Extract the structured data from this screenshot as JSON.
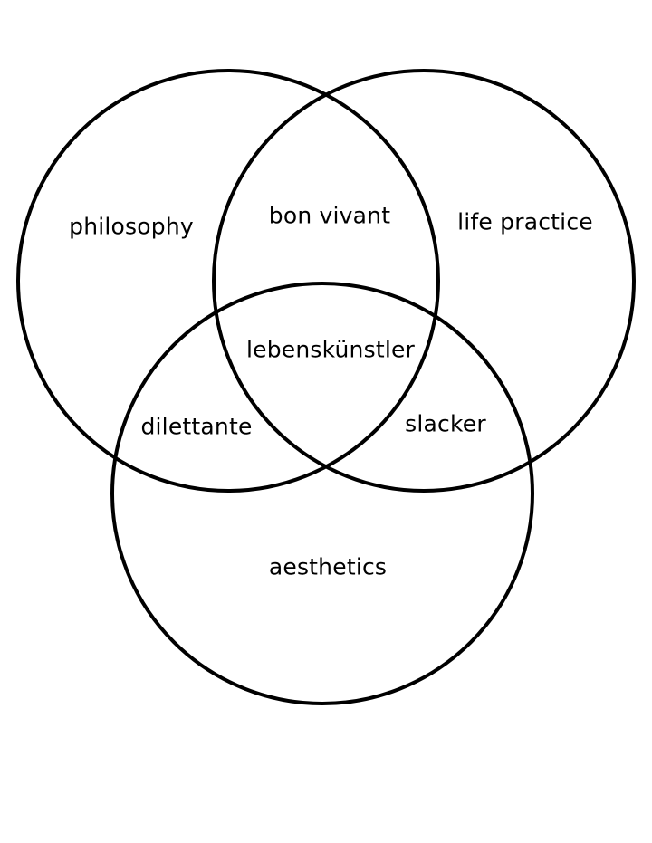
{
  "diagram": {
    "type": "venn",
    "title": "",
    "background_color": "#ffffff",
    "circle_stroke_color": "#000000",
    "text_color": "#000000",
    "sets": [
      {
        "id": "philosophy",
        "label": "philosophy"
      },
      {
        "id": "life-practice",
        "label": "life practice"
      },
      {
        "id": "aesthetics",
        "label": "aesthetics"
      }
    ],
    "intersections": [
      {
        "id": "bon-vivant",
        "label": "bon vivant",
        "of": [
          "philosophy",
          "life practice"
        ]
      },
      {
        "id": "dilettante",
        "label": "dilettante",
        "of": [
          "philosophy",
          "aesthetics"
        ]
      },
      {
        "id": "slacker",
        "label": "slacker",
        "of": [
          "life practice",
          "aesthetics"
        ]
      },
      {
        "id": "lebenskunstler",
        "label": "lebenskünstler",
        "of": [
          "philosophy",
          "life practice",
          "aesthetics"
        ]
      }
    ]
  }
}
